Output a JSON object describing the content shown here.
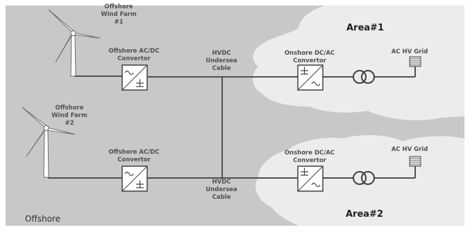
{
  "region_label": "Offshore",
  "areas": [
    {
      "label": "Area#1"
    },
    {
      "label": "Area#2"
    }
  ],
  "wind_farms": [
    {
      "line1": "Offshore",
      "line2": "Wind Farm",
      "line3": "#1"
    },
    {
      "line1": "Offshore",
      "line2": "Wind Farm",
      "line3": "#2"
    }
  ],
  "offshore_converters": [
    {
      "line1": "Offshore AC/DC",
      "line2": "Convertor"
    },
    {
      "line1": "Offshore AC/DC",
      "line2": "Convertor"
    }
  ],
  "cables": [
    {
      "line1": "HVDC",
      "line2": "Undersea",
      "line3": "Cable"
    },
    {
      "line1": "HVDC",
      "line2": "Undersea",
      "line3": "Cable"
    }
  ],
  "onshore_converters": [
    {
      "line1": "Onshore DC/AC",
      "line2": "Convertor"
    },
    {
      "line1": "Onshore DC/AC",
      "line2": "Convertor"
    }
  ],
  "grids": [
    {
      "label": "AC HV Grid"
    },
    {
      "label": "AC HV Grid"
    }
  ],
  "colors": {
    "sea": "#c8c8c8",
    "land": "#ececec",
    "line": "#505050"
  }
}
